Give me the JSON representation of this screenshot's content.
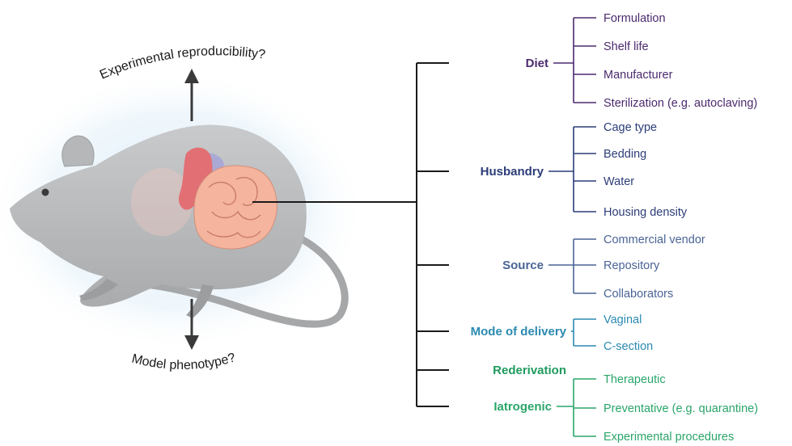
{
  "annotations": {
    "top": "Experimental reproducibility?",
    "bottom": "Model phenotype?"
  },
  "colors": {
    "diet": "#4b2a6e",
    "husbandry": "#2c3d78",
    "source": "#4a6496",
    "delivery": "#2a8ab0",
    "rederivation": "#1f9a5e",
    "iatrogenic": "#2aa56a",
    "trunk": "#1a1a1a"
  },
  "categories": [
    {
      "id": "diet",
      "label": "Diet",
      "items": [
        "Formulation",
        "Shelf life",
        "Manufacturer",
        "Sterilization (e.g. autoclaving)"
      ]
    },
    {
      "id": "husbandry",
      "label": "Husbandry",
      "items": [
        "Cage type",
        "Bedding",
        "Water",
        "Housing density"
      ]
    },
    {
      "id": "source",
      "label": "Source",
      "items": [
        "Commercial vendor",
        "Repository",
        "Collaborators"
      ]
    },
    {
      "id": "delivery",
      "label": "Mode of delivery",
      "items": [
        "Vaginal",
        "C-section"
      ]
    },
    {
      "id": "rederivation",
      "label": "Rederivation",
      "items": []
    },
    {
      "id": "iatrogenic",
      "label": "Iatrogenic",
      "items": [
        "Therapeutic",
        "Preventative (e.g. quarantine)",
        "Experimental procedures"
      ]
    }
  ]
}
